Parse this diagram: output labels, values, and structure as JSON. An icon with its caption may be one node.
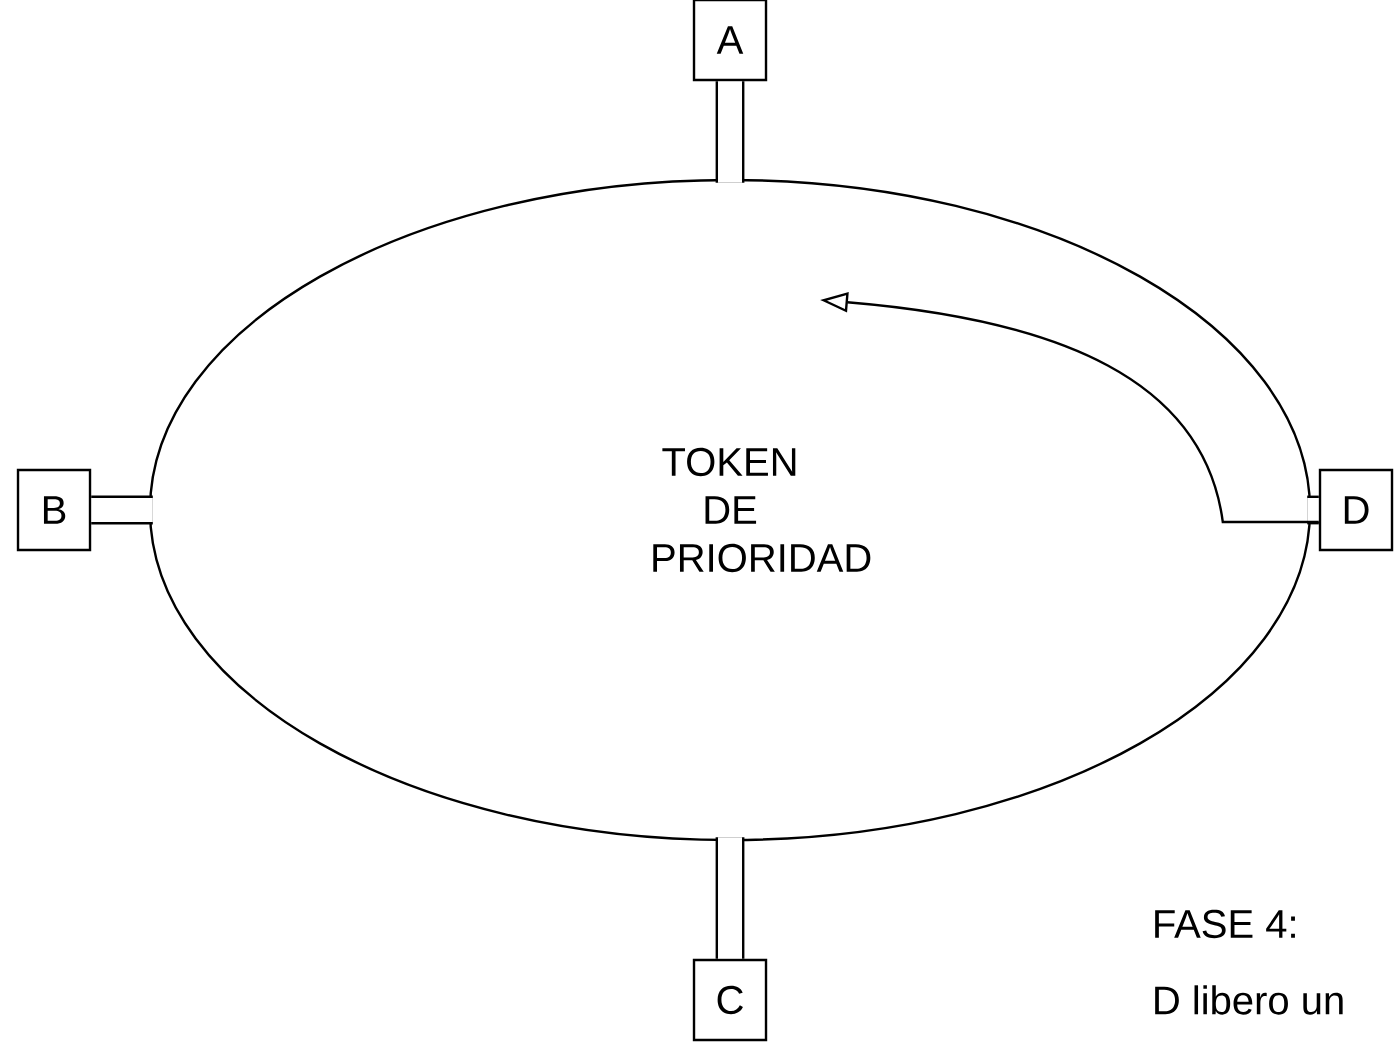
{
  "diagram": {
    "nodes": [
      {
        "text": [
          "TOKEN DE PRIORIDAD"
        ]
      },
      {
        "text": [
          "A"
        ]
      },
      {
        "text": [
          "B"
        ]
      },
      {
        "text": [
          "C"
        ]
      },
      {
        "text": [
          "D"
        ]
      }
    ],
    "edges": [
      {
        "from": 1,
        "to": 0,
        "arrow": "none"
      },
      {
        "from": 2,
        "to": 0,
        "arrow": "none"
      },
      {
        "from": 3,
        "to": 0,
        "arrow": "none"
      },
      {
        "from": 4,
        "to": 0,
        "arrow": "none"
      },
      {
        "from": 4,
        "to": 0,
        "arrow": "to"
      }
    ],
    "labels": [
      "FASE 4:",
      "D libero un"
    ]
  }
}
